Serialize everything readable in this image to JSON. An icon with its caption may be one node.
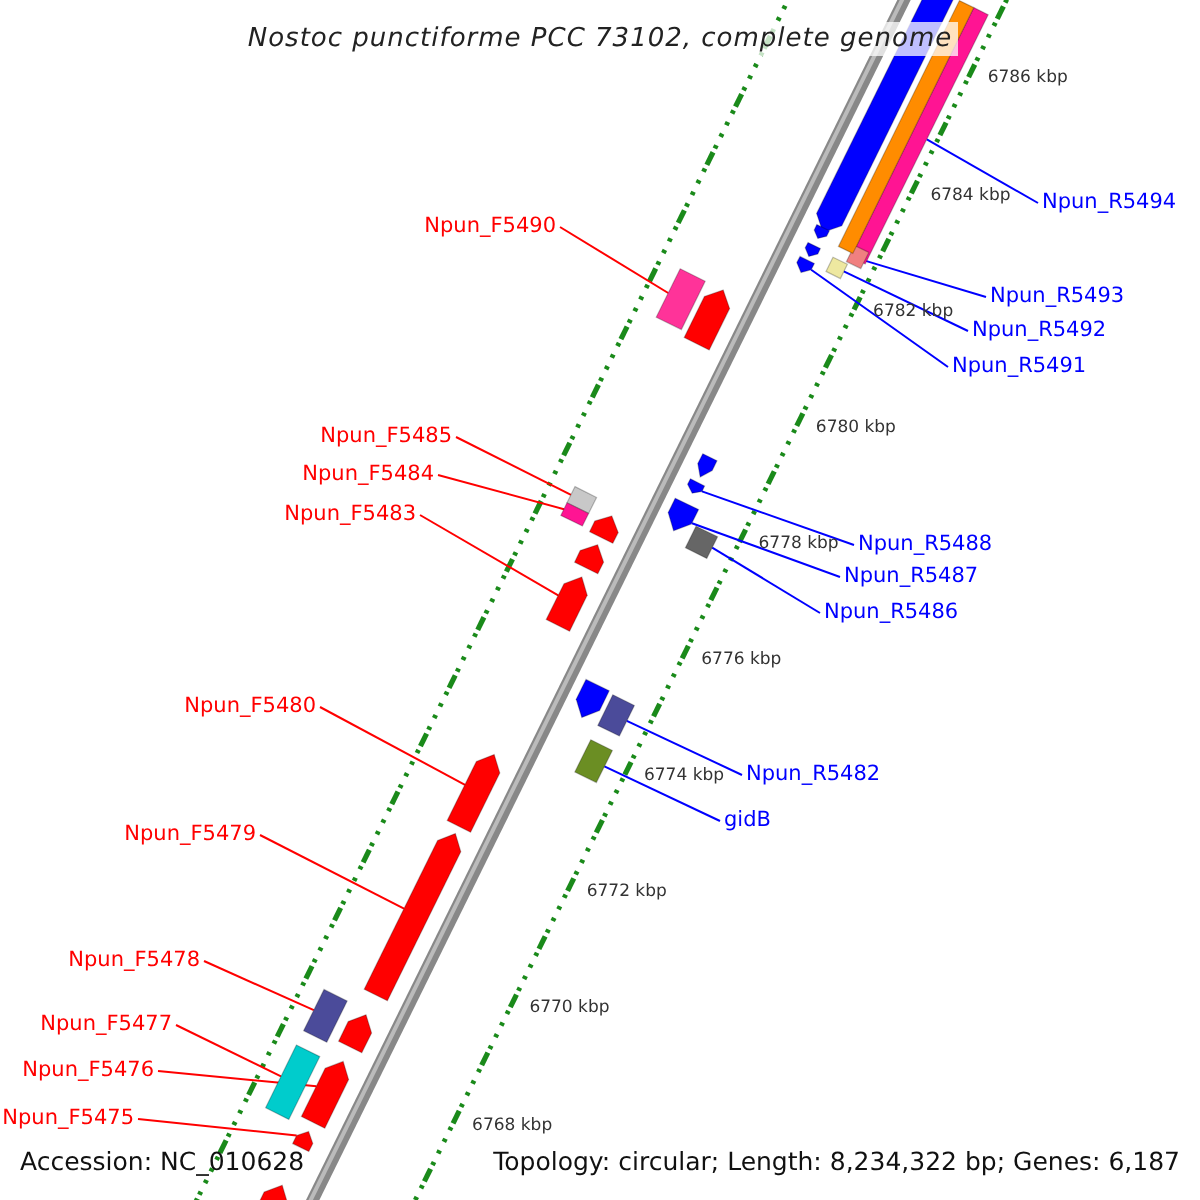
{
  "diagram": {
    "title": "Nostoc punctiforme PCC 73102, complete genome",
    "nodes": [
      {
        "text": [
          "Npun_R5494"
        ]
      },
      {
        "text": [],
        "shape": "box"
      },
      {
        "text": [
          "Npun_F5490"
        ]
      },
      {
        "text": [],
        "shape": "box"
      },
      {
        "text": [
          "Npun_R5493"
        ]
      },
      {
        "text": [],
        "shape": "box"
      },
      {
        "text": [
          "Npun_R5492"
        ]
      },
      {
        "text": [],
        "shape": "box"
      },
      {
        "text": [
          "Npun_R5491"
        ]
      },
      {
        "text": [],
        "shape": "pentagon"
      },
      {
        "text": [
          "Npun_F5485"
        ]
      },
      {
        "text": [],
        "shape": "box"
      },
      {
        "text": [
          "Npun_F5484"
        ]
      },
      {
        "text": [],
        "shape": "box"
      },
      {
        "text": [
          "Npun_F5483"
        ]
      },
      {
        "text": [],
        "shape": "pentagon"
      },
      {
        "text": [
          "Npun_R5488"
        ]
      },
      {
        "text": [],
        "shape": "pentagon"
      },
      {
        "text": [
          "Npun_R5487"
        ]
      },
      {
        "text": [],
        "shape": "pentagon"
      },
      {
        "text": [
          "Npun_R5486"
        ]
      },
      {
        "text": [],
        "shape": "box"
      },
      {
        "text": [
          "Npun_F5480"
        ]
      },
      {
        "text": [],
        "shape": "pentagon"
      },
      {
        "text": [
          "Npun_R5482"
        ]
      },
      {
        "text": [],
        "shape": "box"
      },
      {
        "text": [
          "gidB"
        ]
      },
      {
        "text": [],
        "shape": "box"
      },
      {
        "text": [
          "Npun_F5479"
        ]
      },
      {
        "text": [],
        "shape": "pentagon"
      },
      {
        "text": [
          "Npun_F5478"
        ]
      },
      {
        "text": [],
        "shape": "box"
      },
      {
        "text": [
          "Npun_F5477"
        ]
      },
      {
        "text": [],
        "shape": "box"
      },
      {
        "text": [
          "Npun_F5476"
        ]
      },
      {
        "text": [],
        "shape": "pentagon"
      },
      {
        "text": [
          "Npun_F5475"
        ]
      },
      {
        "text": [],
        "shape": "pentagon"
      },
      {
        "text": [],
        "shape": "pentagon"
      },
      {
        "text": [],
        "shape": "box"
      },
      {
        "text": [],
        "shape": "pentagon"
      },
      {
        "text": [],
        "shape": "pentagon"
      },
      {
        "text": [],
        "shape": "pentagon"
      },
      {
        "text": [],
        "shape": "pentagon"
      },
      {
        "text": [],
        "shape": "pentagon"
      },
      {
        "text": [],
        "shape": "pentagon"
      },
      {
        "text": [],
        "shape": "pentagon"
      },
      {
        "text": [],
        "shape": "pentagon"
      },
      {
        "text": [],
        "shape": "pentagon"
      }
    ],
    "edges": [
      {
        "from": 0,
        "to": 1,
        "arrow": "none",
        "color": "#0000ff"
      },
      {
        "from": 2,
        "to": 3,
        "arrow": "none"
      },
      {
        "from": 4,
        "to": 5,
        "arrow": "none",
        "color": "#0000ff"
      },
      {
        "from": 6,
        "to": 7,
        "arrow": "none",
        "color": "#0000ff"
      },
      {
        "from": 8,
        "to": 9,
        "arrow": "none",
        "color": "#0000ff"
      },
      {
        "from": 10,
        "to": 11,
        "arrow": "none"
      },
      {
        "from": 12,
        "to": 13,
        "arrow": "none"
      },
      {
        "from": 14,
        "to": 15,
        "arrow": "none"
      },
      {
        "from": 16,
        "to": 17,
        "arrow": "none",
        "color": "#0000ff"
      },
      {
        "from": 18,
        "to": 19,
        "arrow": "none",
        "color": "#0000ff"
      },
      {
        "from": 20,
        "to": 21,
        "arrow": "none",
        "color": "#0000ff"
      },
      {
        "from": 22,
        "to": 23,
        "arrow": "none"
      },
      {
        "from": 24,
        "to": 25,
        "arrow": "none",
        "color": "#0000ff"
      },
      {
        "from": 26,
        "to": 27,
        "arrow": "none",
        "color": "#0000ff"
      },
      {
        "from": 28,
        "to": 29,
        "arrow": "none"
      },
      {
        "from": 30,
        "to": 31,
        "arrow": "none"
      },
      {
        "from": 32,
        "to": 33,
        "arrow": "none"
      },
      {
        "from": 34,
        "to": 35,
        "arrow": "none"
      },
      {
        "from": 36,
        "to": 37,
        "arrow": "none"
      }
    ],
    "labels": [
      "6786 kbp",
      "6784 kbp",
      "6782 kbp",
      "6780 kbp",
      "6778 kbp",
      "6776 kbp",
      "6774 kbp",
      "6772 kbp",
      "6770 kbp",
      "6768 kbp",
      "Accession: NC_010628",
      "Topology: circular; Length: 8,234,322 bp; Genes: 6,187"
    ]
  }
}
